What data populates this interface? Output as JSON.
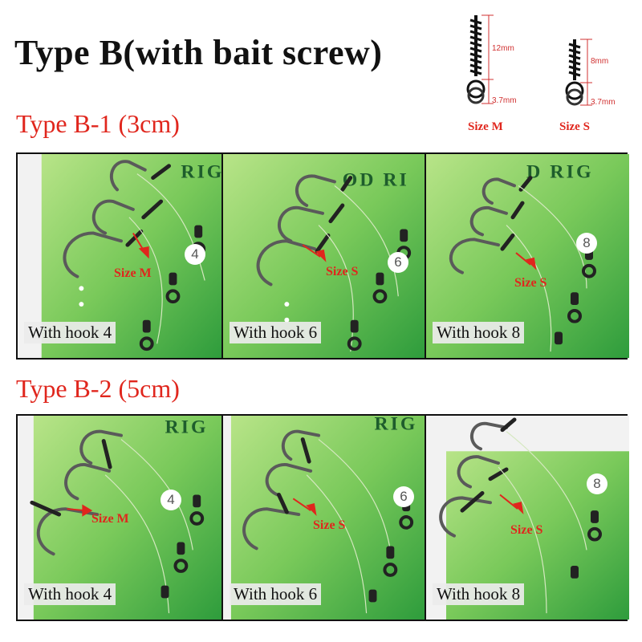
{
  "title": "Type B(with bait screw)",
  "diagram": {
    "m": {
      "length": "12mm",
      "ring": "3.7mm",
      "caption": "Size M"
    },
    "s": {
      "length": "8mm",
      "ring": "3.7mm",
      "caption": "Size S"
    }
  },
  "sections": [
    {
      "label": "Type B-1 (3cm)",
      "panels": [
        {
          "rig_text": "RIG",
          "hook": "With hook 4",
          "size": "Size M",
          "number": "4"
        },
        {
          "rig_text": "OD RI",
          "hook": "With hook 6",
          "size": "Size S",
          "number": "6"
        },
        {
          "rig_text": "D RIG",
          "hook": "With hook 8",
          "size": "Size S",
          "number": "8"
        }
      ]
    },
    {
      "label": "Type B-2 (5cm)",
      "panels": [
        {
          "rig_text": "RIG",
          "hook": "With hook 4",
          "size": "Size M",
          "number": "4"
        },
        {
          "rig_text": "RIG",
          "hook": "With hook 6",
          "size": "Size S",
          "number": "6"
        },
        {
          "rig_text": "",
          "hook": "With hook 8",
          "size": "Size S",
          "number": "8"
        }
      ]
    }
  ],
  "colors": {
    "accent_red": "#e0261d",
    "card_green_light": "#a9e07a",
    "card_green_dark": "#2e9c3c",
    "hook_metal": "#5a5a5a"
  }
}
